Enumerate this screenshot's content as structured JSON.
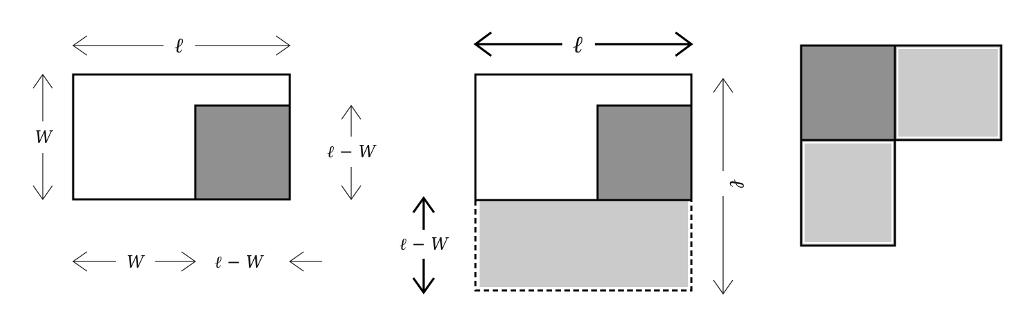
{
  "panel1": {
    "top_label": "ℓ",
    "left_label": "W",
    "right_label": "ℓ − W",
    "bottom_left_label": "W",
    "bottom_right_label": "ℓ − W"
  },
  "panel2": {
    "top_label": "ℓ",
    "left_label": "ℓ − W",
    "right_label": "ℓ"
  },
  "colors": {
    "dark_square": "#909090",
    "light_fill": "#cbcbcb",
    "outline": "#000000",
    "background": "#ffffff"
  }
}
